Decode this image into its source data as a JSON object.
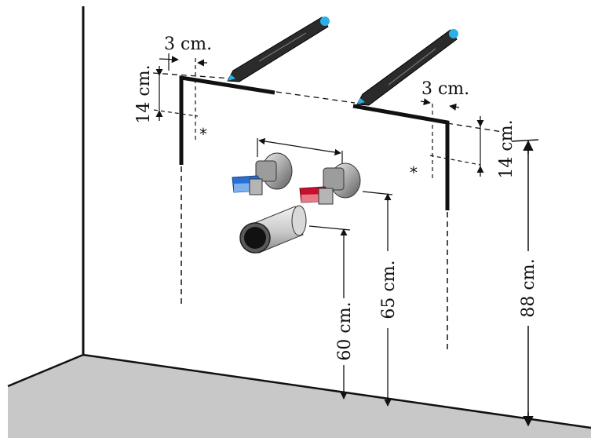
{
  "labels": {
    "left_offset": "3 cm.",
    "left_drop": "14 cm.",
    "right_offset": "3 cm.",
    "right_drop": "14 cm.",
    "height_88": "88 cm.",
    "height_65": "65 cm.",
    "height_60": "60 cm.",
    "mark_star": "*"
  },
  "colors": {
    "line": "#111111",
    "pen_tip": "#2ab0e8",
    "cold_handle": "#2a6fd6",
    "hot_handle": "#c8102e",
    "floor": "#c8c8c8",
    "chrome": "#b8b8b8"
  },
  "icons": [
    "marker-pen-icon",
    "cold-water-valve-icon",
    "hot-water-valve-icon",
    "drain-pipe-icon"
  ]
}
